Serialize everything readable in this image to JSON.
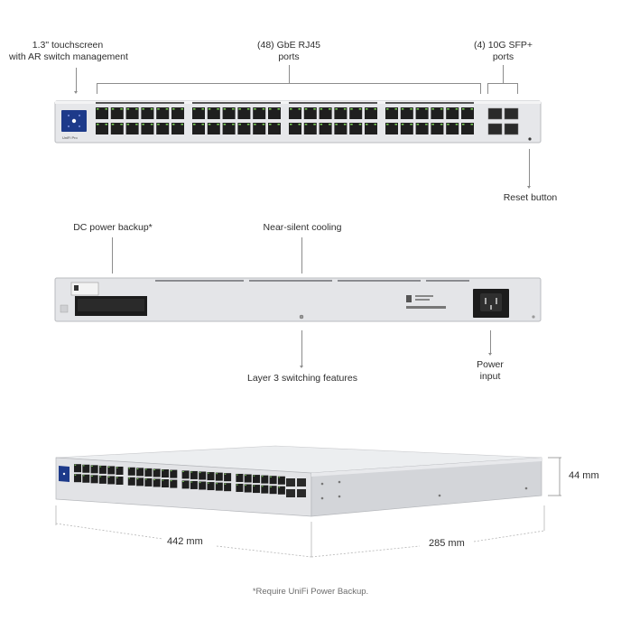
{
  "front_view": {
    "touchscreen_label": [
      "1.3\" touchscreen",
      "with AR switch management"
    ],
    "rj45_label": [
      "(48) GbE RJ45",
      "ports"
    ],
    "sfp_label": [
      "(4) 10G SFP+",
      "ports"
    ],
    "reset_label": "Reset button",
    "brand_text": "UniFi Pro"
  },
  "rear_view": {
    "dc_backup_label": "DC power backup*",
    "cooling_label": "Near-silent cooling",
    "layer3_label": "Layer 3 switching features",
    "power_label": [
      "Power",
      "input"
    ]
  },
  "dimensions": {
    "height": "44 mm",
    "width": "442 mm",
    "depth": "285 mm"
  },
  "footnote": "*Require UniFi Power Backup.",
  "colors": {
    "chassis": "#dcdde0",
    "chassis_edge": "#b9bbbf",
    "port": "#1f1f1f",
    "led_green": "#7ed957",
    "screen": "#1d3a8a",
    "leader_line": "#8c8c8c"
  }
}
